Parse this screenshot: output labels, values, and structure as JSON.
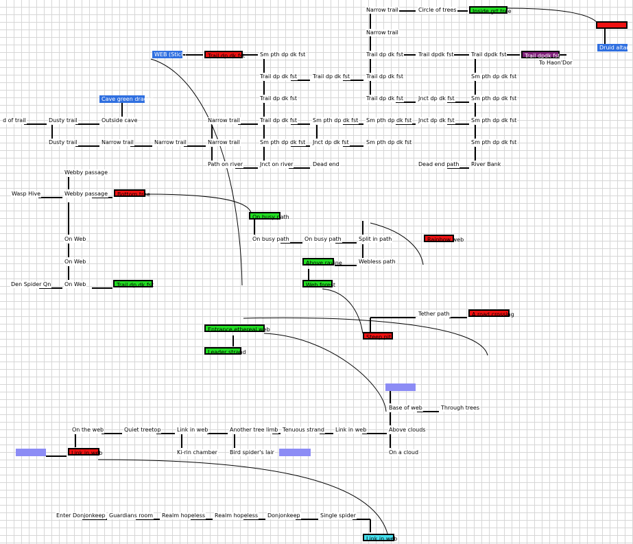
{
  "map": {
    "rooms": [
      {
        "id": "r1",
        "label": "Narrow trail",
        "style": "plain"
      },
      {
        "id": "r2",
        "label": "Circle of trees",
        "style": "plain"
      },
      {
        "id": "r3",
        "label": "Inside grt tree",
        "style": "green"
      },
      {
        "id": "r4",
        "label": "",
        "style": "red"
      },
      {
        "id": "r5",
        "label": "Druid altar",
        "style": "blue"
      },
      {
        "id": "r6",
        "label": "Narrow trail",
        "style": "plain"
      },
      {
        "id": "r7",
        "label": "WEB (Stick)",
        "style": "blue"
      },
      {
        "id": "r8",
        "label": "Trail dp dk fst",
        "style": "red"
      },
      {
        "id": "r9",
        "label": "Sm pth dp dk fst",
        "style": "plain"
      },
      {
        "id": "r10",
        "label": "Trail dp dk fst",
        "style": "plain"
      },
      {
        "id": "r11",
        "label": "Trail dpdk fst",
        "style": "plain"
      },
      {
        "id": "r12",
        "label": "Trail dpdk fst",
        "style": "plain"
      },
      {
        "id": "r13",
        "label": "Trail dpdk fst",
        "style": "purple"
      },
      {
        "id": "r14",
        "label": "To Haon'Dor",
        "style": "plain"
      },
      {
        "id": "r15",
        "label": "Trail dp dk fst",
        "style": "plain"
      },
      {
        "id": "r16",
        "label": "Trail dp dk fst",
        "style": "plain"
      },
      {
        "id": "r17",
        "label": "Trail dp dk fst",
        "style": "plain"
      },
      {
        "id": "r18",
        "label": "Sm pth dp dk fst",
        "style": "plain"
      },
      {
        "id": "r19",
        "label": "Cave green dragon",
        "style": "blue"
      },
      {
        "id": "r20",
        "label": "Trail dp dk fst",
        "style": "plain"
      },
      {
        "id": "r21",
        "label": "Trail dp dk fst",
        "style": "plain"
      },
      {
        "id": "r22",
        "label": "Jnct dp dk fst",
        "style": "plain"
      },
      {
        "id": "r23",
        "label": "Sm pth dp dk fst",
        "style": "plain"
      },
      {
        "id": "r24",
        "label": "d of trail",
        "style": "plain"
      },
      {
        "id": "r25",
        "label": "Dusty trail",
        "style": "plain"
      },
      {
        "id": "r26",
        "label": "Outside cave",
        "style": "plain"
      },
      {
        "id": "r27",
        "label": "Narrow trail",
        "style": "plain"
      },
      {
        "id": "r28",
        "label": "Trail dp dk fst",
        "style": "plain"
      },
      {
        "id": "r29",
        "label": "Sm pth dp dk fst",
        "style": "plain"
      },
      {
        "id": "r30",
        "label": "Sm pth dp dk fst",
        "style": "plain"
      },
      {
        "id": "r31",
        "label": "Jnct dp dk fst",
        "style": "plain"
      },
      {
        "id": "r32",
        "label": "Sm pth dp dk fst",
        "style": "plain"
      },
      {
        "id": "r33",
        "label": "Dusty trail",
        "style": "plain"
      },
      {
        "id": "r34",
        "label": "Narrow trail",
        "style": "plain"
      },
      {
        "id": "r35",
        "label": "Narrow trail",
        "style": "plain"
      },
      {
        "id": "r36",
        "label": "Narrow trail",
        "style": "plain"
      },
      {
        "id": "r37",
        "label": "Sm pth dp dk fst",
        "style": "plain"
      },
      {
        "id": "r38",
        "label": "Jnct dp dk fst",
        "style": "plain"
      },
      {
        "id": "r39",
        "label": "Sm pth dp dk fst",
        "style": "plain"
      },
      {
        "id": "r40",
        "label": "Sm pth dp dk fst",
        "style": "plain"
      },
      {
        "id": "r41",
        "label": "Path on river",
        "style": "plain"
      },
      {
        "id": "r42",
        "label": "Jnct on river",
        "style": "plain"
      },
      {
        "id": "r43",
        "label": "Dead end",
        "style": "plain"
      },
      {
        "id": "r44",
        "label": "Dead end path",
        "style": "plain"
      },
      {
        "id": "r45",
        "label": "River Bank",
        "style": "plain"
      },
      {
        "id": "r46",
        "label": "Webby passage",
        "style": "plain"
      },
      {
        "id": "r47",
        "label": "Wasp Hive",
        "style": "plain"
      },
      {
        "id": "r48",
        "label": "Webby passage",
        "style": "plain"
      },
      {
        "id": "r49",
        "label": "Bottom tree",
        "style": "red"
      },
      {
        "id": "r50",
        "label": "On busy path",
        "style": "green"
      },
      {
        "id": "r51",
        "label": "On busy path",
        "style": "plain"
      },
      {
        "id": "r52",
        "label": "On busy path",
        "style": "plain"
      },
      {
        "id": "r53",
        "label": "Split in path",
        "style": "plain"
      },
      {
        "id": "r54",
        "label": "Rainbow web",
        "style": "red"
      },
      {
        "id": "r55",
        "label": "On Web",
        "style": "plain"
      },
      {
        "id": "r56",
        "label": "On Web",
        "style": "plain"
      },
      {
        "id": "r57",
        "label": "Above ravine",
        "style": "green"
      },
      {
        "id": "r58",
        "label": "Webless path",
        "style": "plain"
      },
      {
        "id": "r59",
        "label": "Den Spider Qn",
        "style": "plain"
      },
      {
        "id": "r60",
        "label": "On Web",
        "style": "plain"
      },
      {
        "id": "r61",
        "label": "Trail dp dk fst",
        "style": "green"
      },
      {
        "id": "r62",
        "label": "Web forest",
        "style": "green"
      },
      {
        "id": "r63",
        "label": "Tether path",
        "style": "plain"
      },
      {
        "id": "r64",
        "label": "A road crossing",
        "style": "red"
      },
      {
        "id": "r65",
        "label": "Entrance ethereal web",
        "style": "green"
      },
      {
        "id": "r66",
        "label": "Steep pit",
        "style": "red"
      },
      {
        "id": "r67",
        "label": "Leader strand",
        "style": "green"
      },
      {
        "id": "r68",
        "label": "",
        "style": "lav"
      },
      {
        "id": "r69",
        "label": "Base of web",
        "style": "plain"
      },
      {
        "id": "r70",
        "label": "Through trees",
        "style": "plain"
      },
      {
        "id": "r71",
        "label": "On the web",
        "style": "plain"
      },
      {
        "id": "r72",
        "label": "Quiet treetop",
        "style": "plain"
      },
      {
        "id": "r73",
        "label": "Link in web",
        "style": "plain"
      },
      {
        "id": "r74",
        "label": "Another tree limb",
        "style": "plain"
      },
      {
        "id": "r75",
        "label": "Tenuous strand",
        "style": "plain"
      },
      {
        "id": "r76",
        "label": "Link in web",
        "style": "plain"
      },
      {
        "id": "r77",
        "label": "Above clouds",
        "style": "plain"
      },
      {
        "id": "r78",
        "label": "",
        "style": "lav"
      },
      {
        "id": "r79",
        "label": "Link in web",
        "style": "red"
      },
      {
        "id": "r80",
        "label": "Ki-rin chamber",
        "style": "plain"
      },
      {
        "id": "r81",
        "label": "Bird spider's lair",
        "style": "plain"
      },
      {
        "id": "r82",
        "label": "",
        "style": "lav"
      },
      {
        "id": "r83",
        "label": "On a cloud",
        "style": "plain"
      },
      {
        "id": "r84",
        "label": "Enter Donjonkeep",
        "style": "plain"
      },
      {
        "id": "r85",
        "label": "Guardians room",
        "style": "plain"
      },
      {
        "id": "r86",
        "label": "Realm hopeless",
        "style": "plain"
      },
      {
        "id": "r87",
        "label": "Realm hopeless",
        "style": "plain"
      },
      {
        "id": "r88",
        "label": "Donjonkeep",
        "style": "plain"
      },
      {
        "id": "r89",
        "label": "Single spider",
        "style": "plain"
      },
      {
        "id": "r90",
        "label": "Link in web",
        "style": "cyan"
      }
    ]
  }
}
